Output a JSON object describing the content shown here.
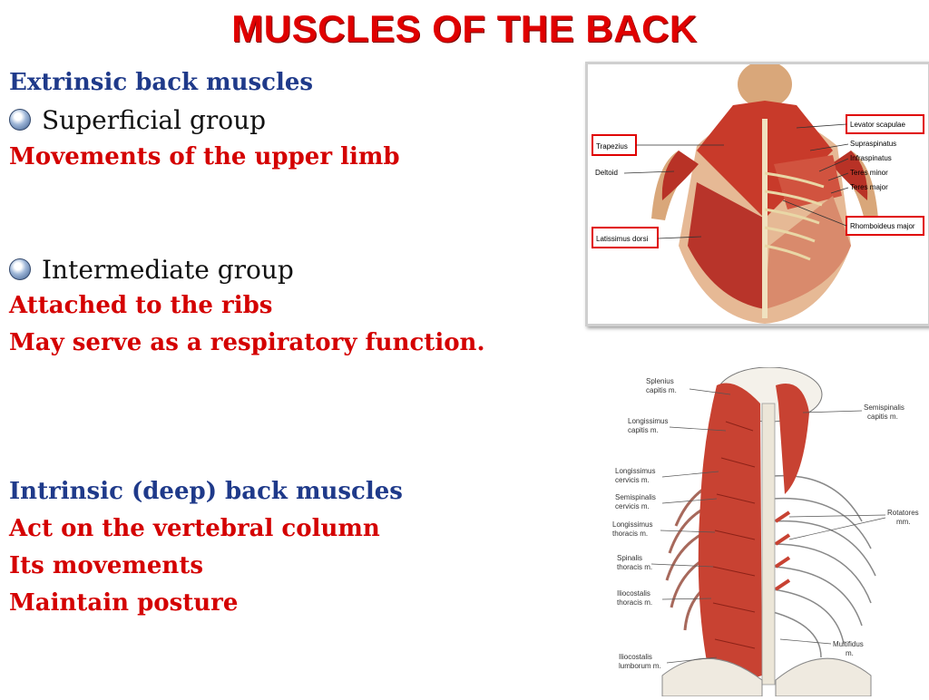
{
  "title": "MUSCLES OF THE BACK",
  "lines": {
    "extrinsic": "Extrinsic back muscles",
    "superficial": "Superficial group",
    "movements": "Movements of the upper limb",
    "intermediate": "Intermediate group",
    "attached": "Attached to the ribs",
    "respiratory": "May serve as a respiratory function.",
    "intrinsic": "Intrinsic (deep) back muscles",
    "act": "Act on the vertebral column",
    "its": "Its movements",
    "maintain": "Maintain posture"
  },
  "image1_labels": {
    "trapezius": "Trapezius",
    "deltoid": "Deltoid",
    "latissimus": "Latissimus dorsi",
    "levator": "Levator scapulae",
    "supraspinatus": "Supraspinatus",
    "infraspinatus": "Infraspinatus",
    "teres_minor": "Teres minor",
    "teres_major": "Teres major",
    "rhomboideus": "Rhomboideus major"
  },
  "image2_labels": {
    "splenius_1": "Splenius",
    "splenius_2": "capitis m.",
    "longcap_1": "Longissimus",
    "longcap_2": "capitis m.",
    "longcerv_1": "Longissimus",
    "longcerv_2": "cervicis m.",
    "semicerv_1": "Semispinalis",
    "semicerv_2": "cervicis m.",
    "longthor_1": "Longissimus",
    "longthor_2": "thoracis m.",
    "spinthor_1": "Spinalis",
    "spinthor_2": "thoracis m.",
    "iliothor_1": "Iliocostalis",
    "iliothor_2": "thoracis m.",
    "iliolumb_1": "Iliocostalis",
    "iliolumb_2": "lumborum m.",
    "semicap_1": "Semispinalis",
    "semicap_2": "capitis m.",
    "rotatores_1": "Rotatores",
    "rotatores_2": "mm.",
    "multifidus_1": "Multifidus",
    "multifidus_2": "m."
  },
  "colors": {
    "title": "#e00000",
    "heading_blue": "#1f3a8a",
    "text_red": "#d40000",
    "muscle": "#c83a2a"
  }
}
